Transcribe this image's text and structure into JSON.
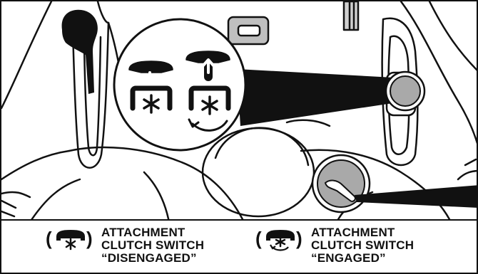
{
  "figure": {
    "callouts": [
      {
        "state": "disengaged",
        "icon": "clutch-disengaged-icon",
        "lines": [
          "ATTACHMENT",
          "CLUTCH SWITCH",
          "“DISENGAGED”"
        ]
      },
      {
        "state": "engaged",
        "icon": "clutch-engaged-icon",
        "lines": [
          "ATTACHMENT",
          "CLUTCH SWITCH",
          "“ENGAGED”"
        ]
      }
    ],
    "colors": {
      "line": "#111111",
      "knob_fill": "#a9a9a9",
      "light_gray": "#cfcfcf",
      "background": "#ffffff"
    }
  }
}
